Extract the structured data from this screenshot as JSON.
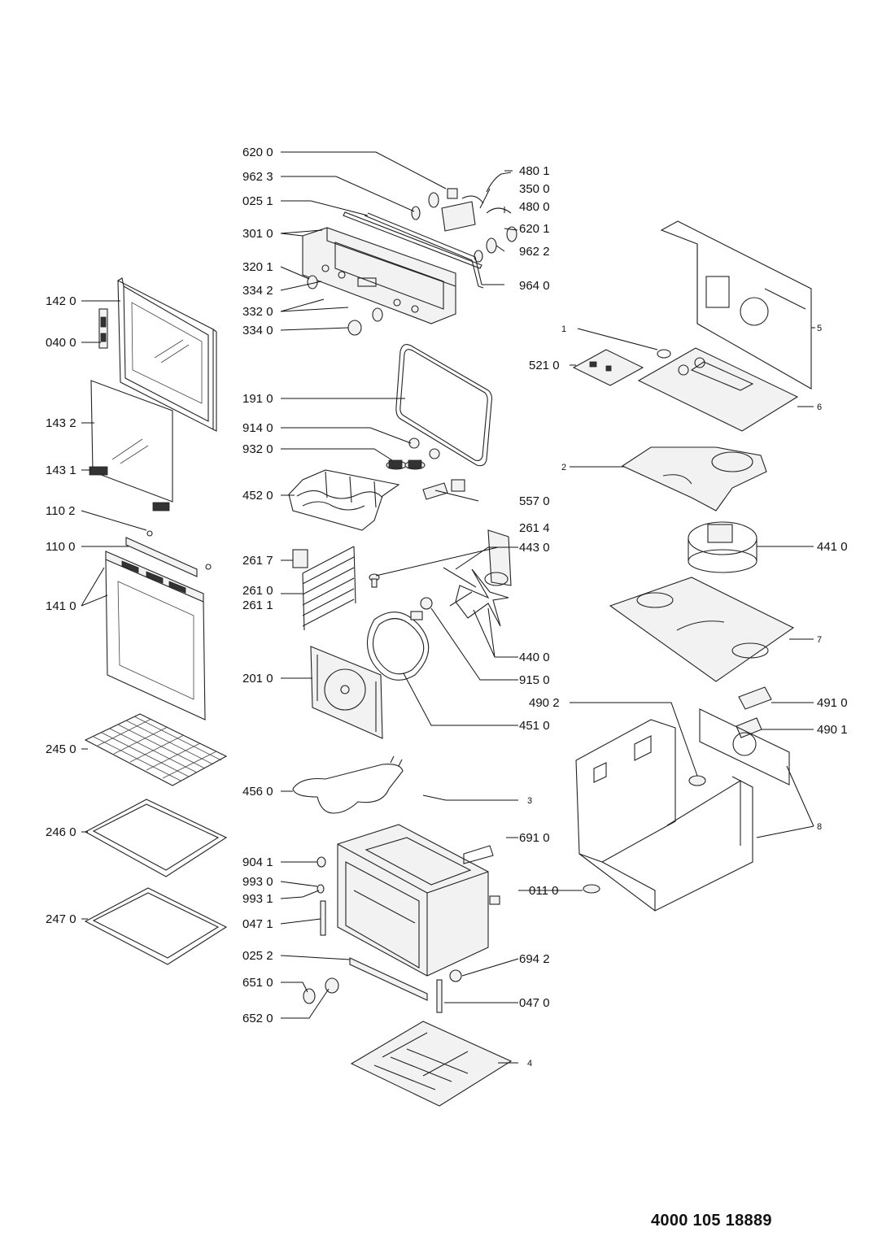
{
  "document_number": "4000 105 18889",
  "labels": {
    "l6200": "620 0",
    "l9623": "962 3",
    "l0251": "025 1",
    "l3010": "301 0",
    "l3201": "320 1",
    "l3342": "334 2",
    "l3320": "332 0",
    "l3340": "334 0",
    "l4801": "480 1",
    "l3500": "350 0",
    "l4800": "480 0",
    "l6201": "620 1",
    "l9622": "962 2",
    "l9640": "964 0",
    "l1420": "142 0",
    "l0400": "040 0",
    "l1432": "143 2",
    "l1431": "143 1",
    "l1102": "110 2",
    "l1100": "110 0",
    "l1410": "141 0",
    "l2450": "245 0",
    "l2460": "246 0",
    "l2470": "247 0",
    "l1910": "191 0",
    "l9140": "914 0",
    "l9320": "932 0",
    "l4520": "452 0",
    "l5570": "557 0",
    "l2614": "261 4",
    "l4430": "443 0",
    "l2617": "261 7",
    "l2610": "261 0",
    "l2611": "261 1",
    "l4400": "440 0",
    "l9150": "915 0",
    "l2010": "201 0",
    "l4510": "451 0",
    "l4560": "456 0",
    "l3": "3",
    "l6910": "691 0",
    "l9041": "904 1",
    "l9930": "993 0",
    "l9931": "993 1",
    "l0471": "047 1",
    "l0252": "025 2",
    "l6510": "651 0",
    "l6520": "652 0",
    "l6942": "694 2",
    "l0470": "047 0",
    "l4": "4",
    "l0110": "011 0",
    "l1": "1",
    "l5210": "521 0",
    "l5": "5",
    "l6": "6",
    "l2": "2",
    "l4410": "441 0",
    "l7": "7",
    "l4902": "490 2",
    "l4910": "491 0",
    "l4901": "490 1",
    "l8": "8"
  }
}
